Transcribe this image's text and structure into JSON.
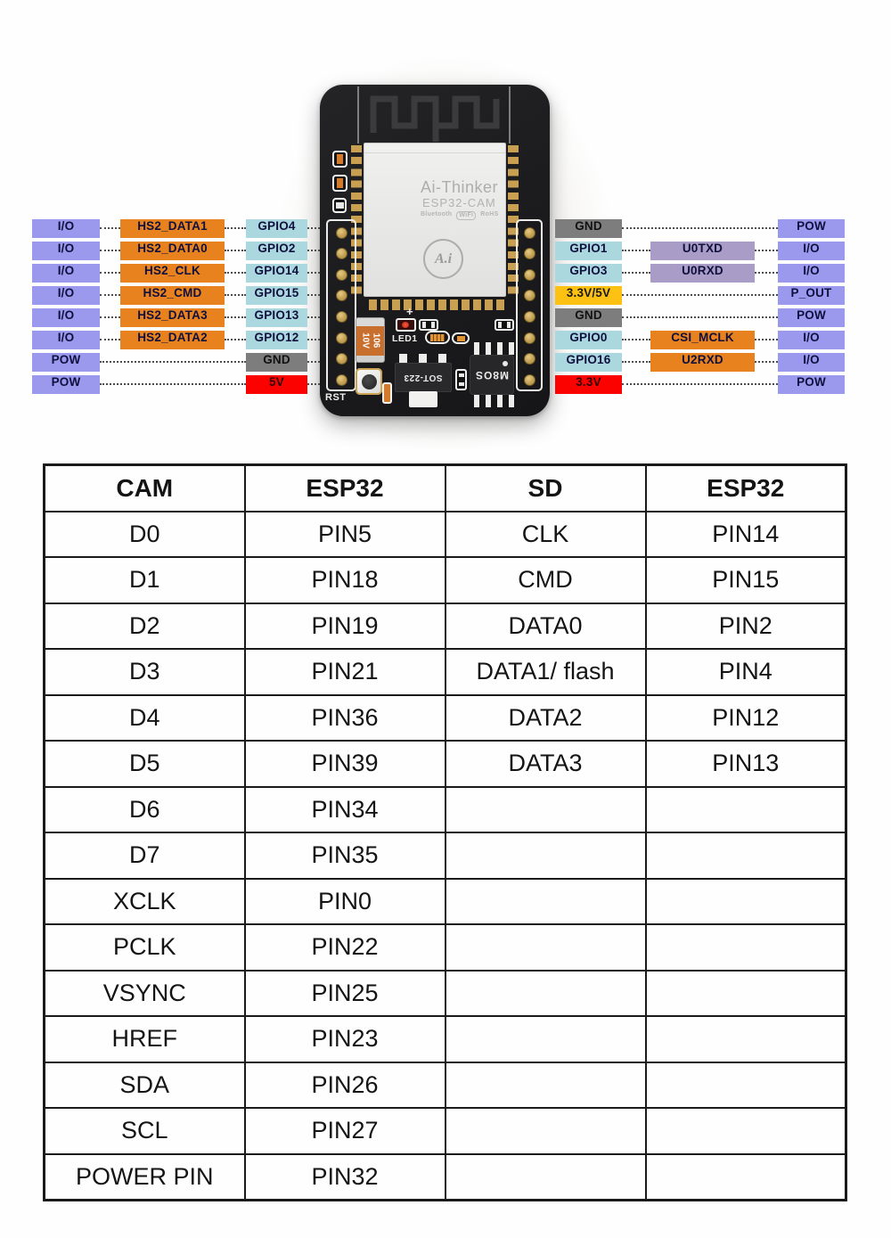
{
  "colors": {
    "lavender": "#9a99ed",
    "orange": "#e8821e",
    "cyan": "#abd8df",
    "gray": "#7d7d7d",
    "red": "#fb0100",
    "yellow": "#fdc113",
    "mauve": "#a99dc7",
    "boxtext": "#10103e",
    "dotted": "#4e4e4e",
    "gold": "#c9a052",
    "tableborder": "#1a1a1a"
  },
  "board": {
    "brand": "Ai-Thinker",
    "model": "ESP32-CAM",
    "logo_mark": "A.i",
    "badge_bluetooth": "Bluetooth",
    "badge_wifi": "WiFi",
    "badge_rohs": "RoHS",
    "cap_label": "106 10V",
    "plus_label": "+",
    "led_label": "LED1",
    "regulator_label": "SOT-223",
    "flash_chip_label": "M8OS",
    "reset_label": "RST",
    "pin_holes_per_side": 8
  },
  "pins": {
    "left": [
      {
        "cells": [
          {
            "t": "I/O",
            "c": "lavender"
          },
          {
            "t": "HS2_DATA1",
            "c": "orange"
          },
          {
            "t": "GPIO4",
            "c": "cyan"
          }
        ]
      },
      {
        "cells": [
          {
            "t": "I/O",
            "c": "lavender"
          },
          {
            "t": "HS2_DATA0",
            "c": "orange"
          },
          {
            "t": "GPIO2",
            "c": "cyan"
          }
        ]
      },
      {
        "cells": [
          {
            "t": "I/O",
            "c": "lavender"
          },
          {
            "t": "HS2_CLK",
            "c": "orange"
          },
          {
            "t": "GPIO14",
            "c": "cyan"
          }
        ]
      },
      {
        "cells": [
          {
            "t": "I/O",
            "c": "lavender"
          },
          {
            "t": "HS2_CMD",
            "c": "orange"
          },
          {
            "t": "GPIO15",
            "c": "cyan"
          }
        ]
      },
      {
        "cells": [
          {
            "t": "I/O",
            "c": "lavender"
          },
          {
            "t": "HS2_DATA3",
            "c": "orange"
          },
          {
            "t": "GPIO13",
            "c": "cyan"
          }
        ]
      },
      {
        "cells": [
          {
            "t": "I/O",
            "c": "lavender"
          },
          {
            "t": "HS2_DATA2",
            "c": "orange"
          },
          {
            "t": "GPIO12",
            "c": "cyan"
          }
        ]
      },
      {
        "cells": [
          {
            "t": "POW",
            "c": "lavender"
          },
          null,
          {
            "t": "GND",
            "c": "gray",
            "tc": "#111111"
          }
        ]
      },
      {
        "cells": [
          {
            "t": "POW",
            "c": "lavender"
          },
          null,
          {
            "t": "5V",
            "c": "red",
            "tc": "#2e0000"
          }
        ]
      }
    ],
    "right": [
      {
        "cells": [
          {
            "t": "GND",
            "c": "gray",
            "tc": "#111111"
          },
          null,
          {
            "t": "POW",
            "c": "lavender"
          }
        ]
      },
      {
        "cells": [
          {
            "t": "GPIO1",
            "c": "cyan"
          },
          {
            "t": "U0TXD",
            "c": "mauve"
          },
          {
            "t": "I/O",
            "c": "lavender"
          }
        ]
      },
      {
        "cells": [
          {
            "t": "GPIO3",
            "c": "cyan"
          },
          {
            "t": "U0RXD",
            "c": "mauve"
          },
          {
            "t": "I/O",
            "c": "lavender"
          }
        ]
      },
      {
        "cells": [
          {
            "t": "3.3V/5V",
            "c": "yellow",
            "tc": "#1a1a1a"
          },
          null,
          {
            "t": "P_OUT",
            "c": "lavender"
          }
        ]
      },
      {
        "cells": [
          {
            "t": "GND",
            "c": "gray",
            "tc": "#111111"
          },
          null,
          {
            "t": "POW",
            "c": "lavender"
          }
        ]
      },
      {
        "cells": [
          {
            "t": "GPIO0",
            "c": "cyan"
          },
          {
            "t": "CSI_MCLK",
            "c": "orange"
          },
          {
            "t": "I/O",
            "c": "lavender"
          }
        ]
      },
      {
        "cells": [
          {
            "t": "GPIO16",
            "c": "cyan"
          },
          {
            "t": "U2RXD",
            "c": "orange"
          },
          {
            "t": "I/O",
            "c": "lavender"
          }
        ]
      },
      {
        "cells": [
          {
            "t": "3.3V",
            "c": "red",
            "tc": "#2e0000"
          },
          null,
          {
            "t": "POW",
            "c": "lavender"
          }
        ]
      }
    ]
  },
  "table": {
    "headers": [
      "CAM",
      "ESP32",
      "SD",
      "ESP32"
    ],
    "rows": [
      [
        "D0",
        "PIN5",
        "CLK",
        "PIN14"
      ],
      [
        "D1",
        "PIN18",
        "CMD",
        "PIN15"
      ],
      [
        "D2",
        "PIN19",
        "DATA0",
        "PIN2"
      ],
      [
        "D3",
        "PIN21",
        "DATA1/ flash",
        "PIN4"
      ],
      [
        "D4",
        "PIN36",
        "DATA2",
        "PIN12"
      ],
      [
        "D5",
        "PIN39",
        "DATA3",
        "PIN13"
      ],
      [
        "D6",
        "PIN34",
        "",
        ""
      ],
      [
        "D7",
        "PIN35",
        "",
        ""
      ],
      [
        "XCLK",
        "PIN0",
        "",
        ""
      ],
      [
        "PCLK",
        "PIN22",
        "",
        ""
      ],
      [
        "VSYNC",
        "PIN25",
        "",
        ""
      ],
      [
        "HREF",
        "PIN23",
        "",
        ""
      ],
      [
        "SDA",
        "PIN26",
        "",
        ""
      ],
      [
        "SCL",
        "PIN27",
        "",
        ""
      ],
      [
        "POWER PIN",
        "PIN32",
        "",
        ""
      ]
    ]
  }
}
